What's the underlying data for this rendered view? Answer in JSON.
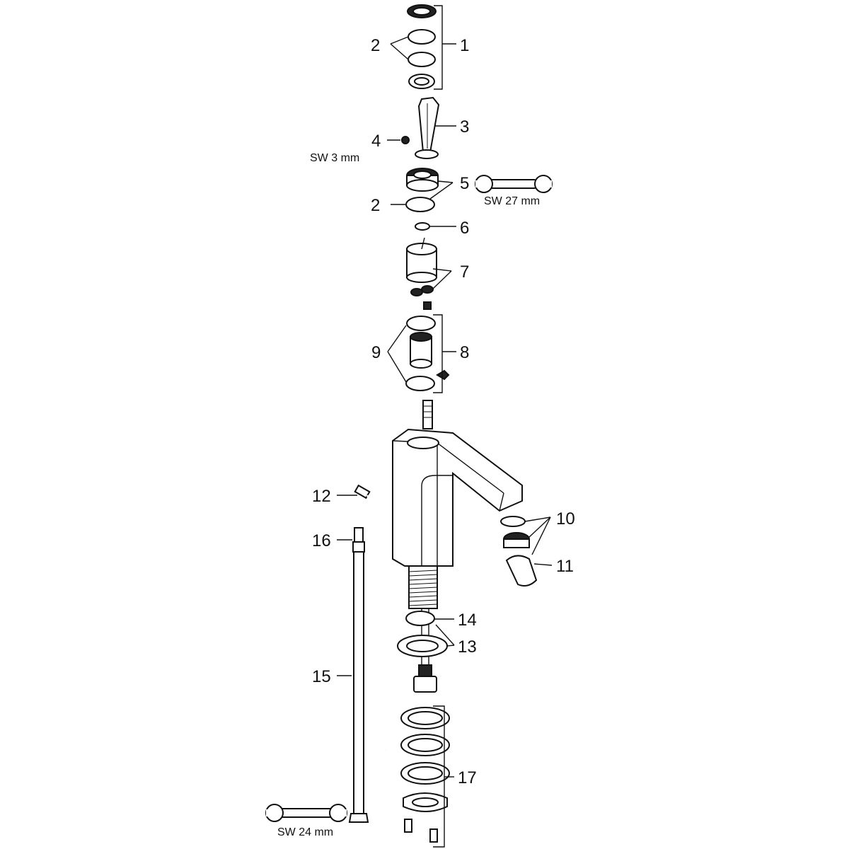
{
  "labels": {
    "p1": "1",
    "p2a": "2",
    "p2b": "2",
    "p3": "3",
    "p4": "4",
    "p5": "5",
    "p6": "6",
    "p7": "7",
    "p8": "8",
    "p9": "9",
    "p10": "10",
    "p11": "11",
    "p12": "12",
    "p13": "13",
    "p14": "14",
    "p15": "15",
    "p16": "16",
    "p17": "17"
  },
  "tools": {
    "hex_key": "SW 3 mm",
    "wrench_top": "SW 27 mm",
    "wrench_bottom": "SW 24 mm"
  }
}
